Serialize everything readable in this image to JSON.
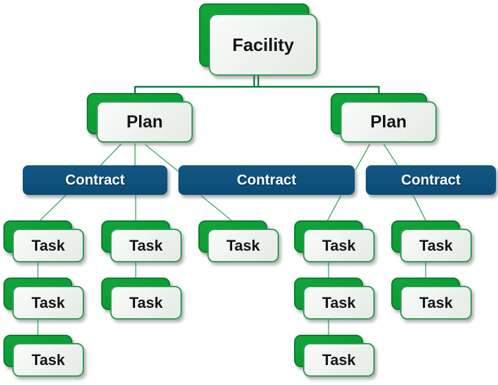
{
  "diagram": {
    "type": "hierarchy",
    "description": "Facility breakdown structure: one Facility contains Plans, Plans contain Contracts, Contracts contain chains of Tasks",
    "nodes": {
      "facility": {
        "label": "Facility"
      },
      "plans": [
        {
          "label": "Plan",
          "position": "left"
        },
        {
          "label": "Plan",
          "position": "right"
        }
      ],
      "contracts": [
        {
          "label": "Contract",
          "position": "left"
        },
        {
          "label": "Contract",
          "position": "middle"
        },
        {
          "label": "Contract",
          "position": "right"
        }
      ],
      "tasks": [
        {
          "label": "Task",
          "column": 1,
          "row": 1
        },
        {
          "label": "Task",
          "column": 1,
          "row": 2
        },
        {
          "label": "Task",
          "column": 1,
          "row": 3
        },
        {
          "label": "Task",
          "column": 2,
          "row": 1
        },
        {
          "label": "Task",
          "column": 2,
          "row": 2
        },
        {
          "label": "Task",
          "column": 3,
          "row": 1
        },
        {
          "label": "Task",
          "column": 4,
          "row": 1
        },
        {
          "label": "Task",
          "column": 4,
          "row": 2
        },
        {
          "label": "Task",
          "column": 4,
          "row": 3
        },
        {
          "label": "Task",
          "column": 5,
          "row": 1
        },
        {
          "label": "Task",
          "column": 5,
          "row": 2
        }
      ]
    },
    "edges": [
      {
        "from": "facility",
        "to": "plan-left"
      },
      {
        "from": "facility",
        "to": "plan-right"
      },
      {
        "from": "plan-left",
        "to": "contract-left"
      },
      {
        "from": "plan-left",
        "to": "contract-left"
      },
      {
        "from": "plan-left",
        "to": "contract-middle"
      },
      {
        "from": "plan-right",
        "to": "contract-middle"
      },
      {
        "from": "plan-right",
        "to": "contract-right"
      },
      {
        "from": "contract-left",
        "to": "task-col1-row1"
      },
      {
        "from": "contract-left",
        "to": "task-col2-row1"
      },
      {
        "from": "contract-middle",
        "to": "task-col3-row1"
      },
      {
        "from": "contract-middle",
        "to": "task-col4-row1"
      },
      {
        "from": "contract-right",
        "to": "task-col5-row1"
      },
      {
        "from": "task-col1-row1",
        "to": "task-col1-row2"
      },
      {
        "from": "task-col1-row2",
        "to": "task-col1-row3"
      },
      {
        "from": "task-col2-row1",
        "to": "task-col2-row2"
      },
      {
        "from": "task-col4-row1",
        "to": "task-col4-row2"
      },
      {
        "from": "task-col4-row2",
        "to": "task-col4-row3"
      },
      {
        "from": "task-col5-row1",
        "to": "task-col5-row2"
      }
    ],
    "colors": {
      "green_card_fill": "#0d9c35",
      "green_card_border": "#0a7d28",
      "light_card_fill": "#eef2ee",
      "light_card_border": "#2f9e53",
      "contract_fill": "#0e527e",
      "contract_text": "#ffffff",
      "node_text": "#141414",
      "connector_thin": "#44a766",
      "connector_bus": "#067d3d",
      "background": "#ffffff"
    }
  }
}
